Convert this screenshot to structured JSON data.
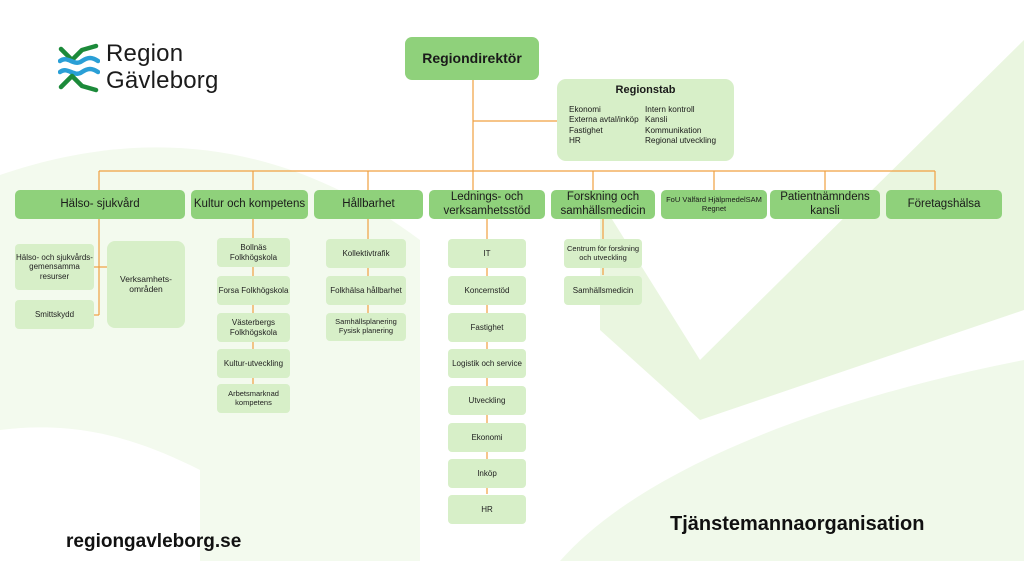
{
  "logo": {
    "line1": "Region",
    "line2": "Gävleborg"
  },
  "top": {
    "label": "Regiondirektör"
  },
  "regionstab": {
    "title": "Regionstab",
    "col1": [
      "Ekonomi",
      "Externa  avtal/inköp",
      "Fastighet",
      "HR"
    ],
    "col2": [
      "Intern  kontroll",
      "Kansli",
      "Kommunikation",
      "Regional  utveckling"
    ]
  },
  "departments": [
    {
      "label": "Hälso- sjukvård",
      "units": [
        "Hälso- och sjukvårds-gemensamma resurser",
        "Smittskydd",
        "Verksamhets-områden"
      ]
    },
    {
      "label": "Kultur och kompetens",
      "units": [
        "Bollnäs Folkhögskola",
        "Forsa Folkhögskola",
        "Västerbergs Folkhögskola",
        "Kultur-utveckling",
        "Arbetsmarknad kompetens"
      ]
    },
    {
      "label": "Hållbarhet",
      "units": [
        "Kollektivtrafik",
        "Folkhälsa hållbarhet",
        "Samhällsplanering Fysisk planering"
      ]
    },
    {
      "label": "Lednings- och verksamhetsstöd",
      "units": [
        "IT",
        "Koncernstöd",
        "Fastighet",
        "Logistik  och service",
        "Utveckling",
        "Ekonomi",
        "Inköp",
        "HR"
      ]
    },
    {
      "label": "Forskning och samhällsmedicin",
      "units": [
        "Centrum för forskning och utveckling",
        "Samhällsmedicin"
      ]
    },
    {
      "label": "FoU Välfärd HjälpmedelSAM Regnet",
      "units": []
    },
    {
      "label": "Patientnämndens kansli",
      "units": []
    },
    {
      "label": "Företagshälsa",
      "units": []
    }
  ],
  "footer": {
    "url": "regiongavleborg.se",
    "title": "Tjänstemannaorganisation"
  },
  "colors": {
    "head": "#8fd17b",
    "sub": "#d7efc8",
    "line": "#f0a040",
    "background_shape": "#eef8e6"
  }
}
